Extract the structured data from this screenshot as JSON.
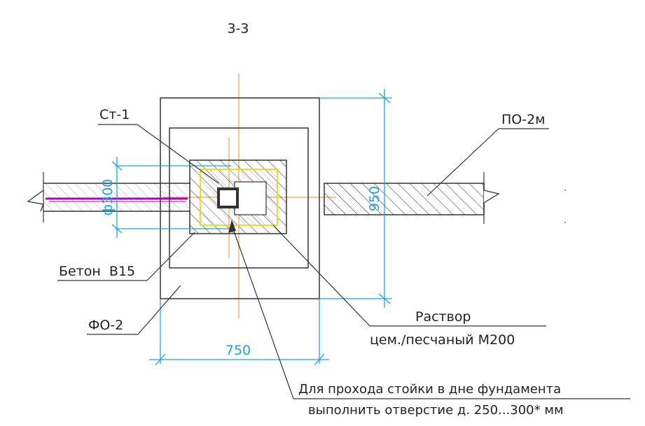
{
  "section_title": "3-3",
  "labels": {
    "st1": "Ст-1",
    "po2m": "ПО-2м",
    "beton": "Бетон  B15",
    "fo2": "ФО-2",
    "rastvor_line1": "Раствор",
    "rastvor_line2": "цем./песчаный М200",
    "note_line1": "Для прохода стойки в дне фундамента",
    "note_line2": "выполнить отверстие д. 250...300* мм"
  },
  "dimensions": {
    "width": "750",
    "height": "950",
    "pipe_diameter": "ф300"
  },
  "colors": {
    "line": "#333333",
    "dimension": "#1aa3e0",
    "axis": "#f2a04a",
    "rebar": "#b000c8",
    "highlight": "#e4e000"
  }
}
